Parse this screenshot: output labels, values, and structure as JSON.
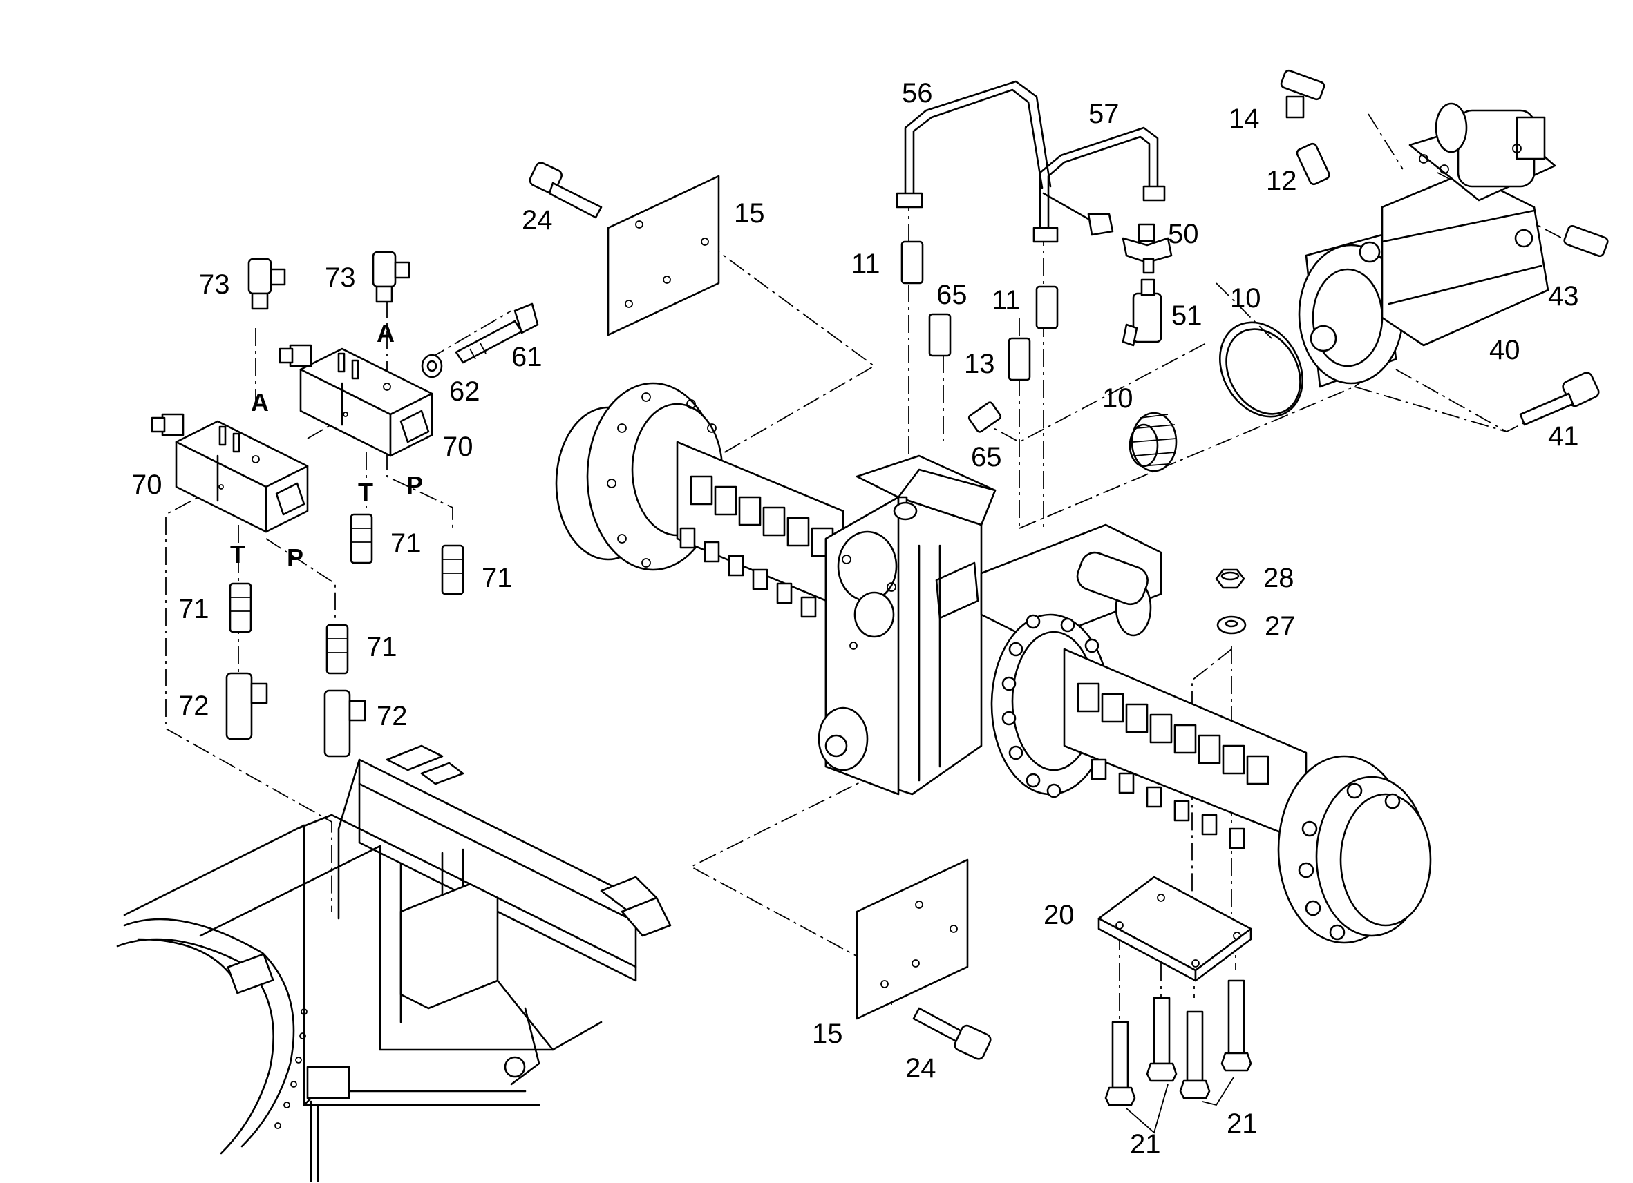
{
  "diagram": {
    "type": "exploded-parts-drawing",
    "callouts": [
      {
        "id": "c73a",
        "text": "73"
      },
      {
        "id": "c73b",
        "text": "73"
      },
      {
        "id": "cAa",
        "text": "A"
      },
      {
        "id": "cAb",
        "text": "A"
      },
      {
        "id": "c70a",
        "text": "70"
      },
      {
        "id": "c70b",
        "text": "70"
      },
      {
        "id": "c62",
        "text": "62"
      },
      {
        "id": "c61",
        "text": "61"
      },
      {
        "id": "cTa",
        "text": "T"
      },
      {
        "id": "cTb",
        "text": "T"
      },
      {
        "id": "cPa",
        "text": "P"
      },
      {
        "id": "cPb",
        "text": "P"
      },
      {
        "id": "c71a",
        "text": "71"
      },
      {
        "id": "c71b",
        "text": "71"
      },
      {
        "id": "c71c",
        "text": "71"
      },
      {
        "id": "c71d",
        "text": "71"
      },
      {
        "id": "c72a",
        "text": "72"
      },
      {
        "id": "c72b",
        "text": "72"
      },
      {
        "id": "c24a",
        "text": "24"
      },
      {
        "id": "c15a",
        "text": "15"
      },
      {
        "id": "c56",
        "text": "56"
      },
      {
        "id": "c57",
        "text": "57"
      },
      {
        "id": "c11a",
        "text": "11"
      },
      {
        "id": "c11b",
        "text": "11"
      },
      {
        "id": "c65a",
        "text": "65"
      },
      {
        "id": "c65b",
        "text": "65"
      },
      {
        "id": "c13",
        "text": "13"
      },
      {
        "id": "c50",
        "text": "50"
      },
      {
        "id": "c51",
        "text": "51"
      },
      {
        "id": "c10a",
        "text": "10"
      },
      {
        "id": "c10b",
        "text": "10"
      },
      {
        "id": "c14",
        "text": "14"
      },
      {
        "id": "c12",
        "text": "12"
      },
      {
        "id": "c43",
        "text": "43"
      },
      {
        "id": "c40",
        "text": "40"
      },
      {
        "id": "c41",
        "text": "41"
      },
      {
        "id": "c28",
        "text": "28"
      },
      {
        "id": "c27",
        "text": "27"
      },
      {
        "id": "c20",
        "text": "20"
      },
      {
        "id": "c15b",
        "text": "15"
      },
      {
        "id": "c24b",
        "text": "24"
      },
      {
        "id": "c21a",
        "text": "21"
      },
      {
        "id": "c21b",
        "text": "21"
      }
    ]
  }
}
